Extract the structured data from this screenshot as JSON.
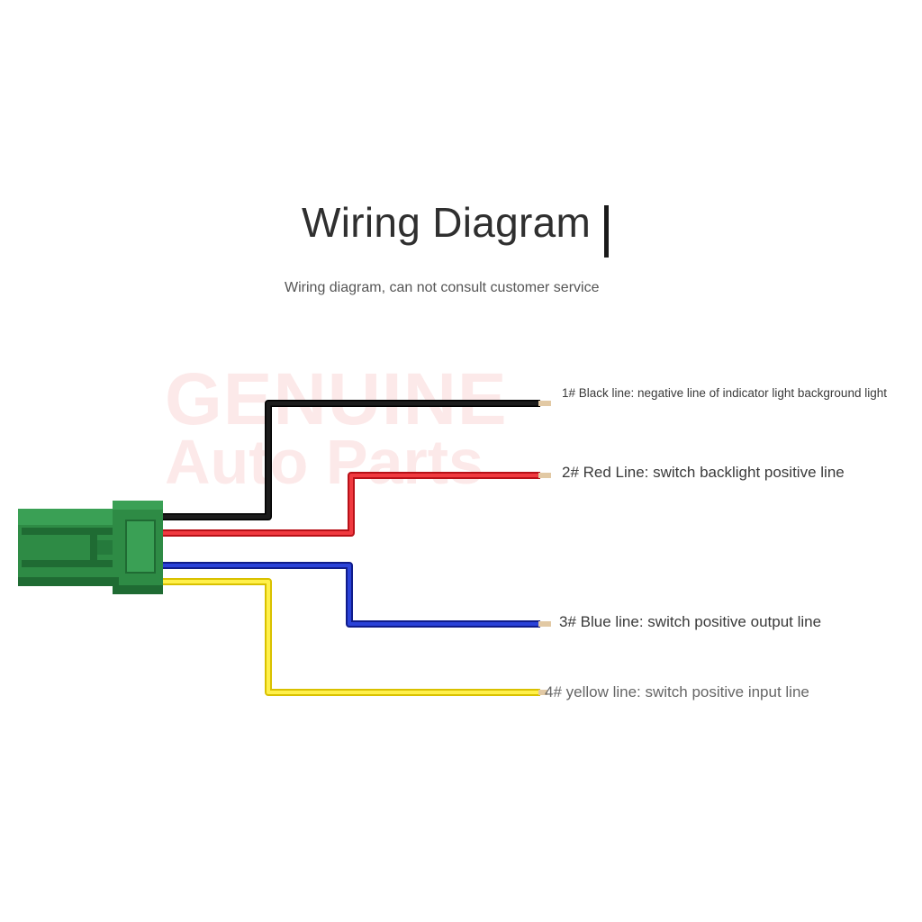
{
  "header": {
    "title": "Wiring Diagram",
    "subtitle": "Wiring diagram, can not consult customer service"
  },
  "watermark": {
    "line1": "GENUINE",
    "line2": "Auto Parts"
  },
  "wires": [
    {
      "number": "1#",
      "color": "#151515",
      "label": "1# Black line: negative line of indicator light background light"
    },
    {
      "number": "2#",
      "color": "#ec1c24",
      "label": "2# Red Line: switch backlight positive line"
    },
    {
      "number": "3#",
      "color": "#1a2fbf",
      "label": "3# Blue line: switch positive output line"
    },
    {
      "number": "4#",
      "color": "#f7e11b",
      "label": "4# yellow line: switch positive input line"
    }
  ],
  "colors": {
    "connector": "#2e8b45",
    "connector_dark": "#1f6b33",
    "terminal": "#e2c9a4"
  }
}
